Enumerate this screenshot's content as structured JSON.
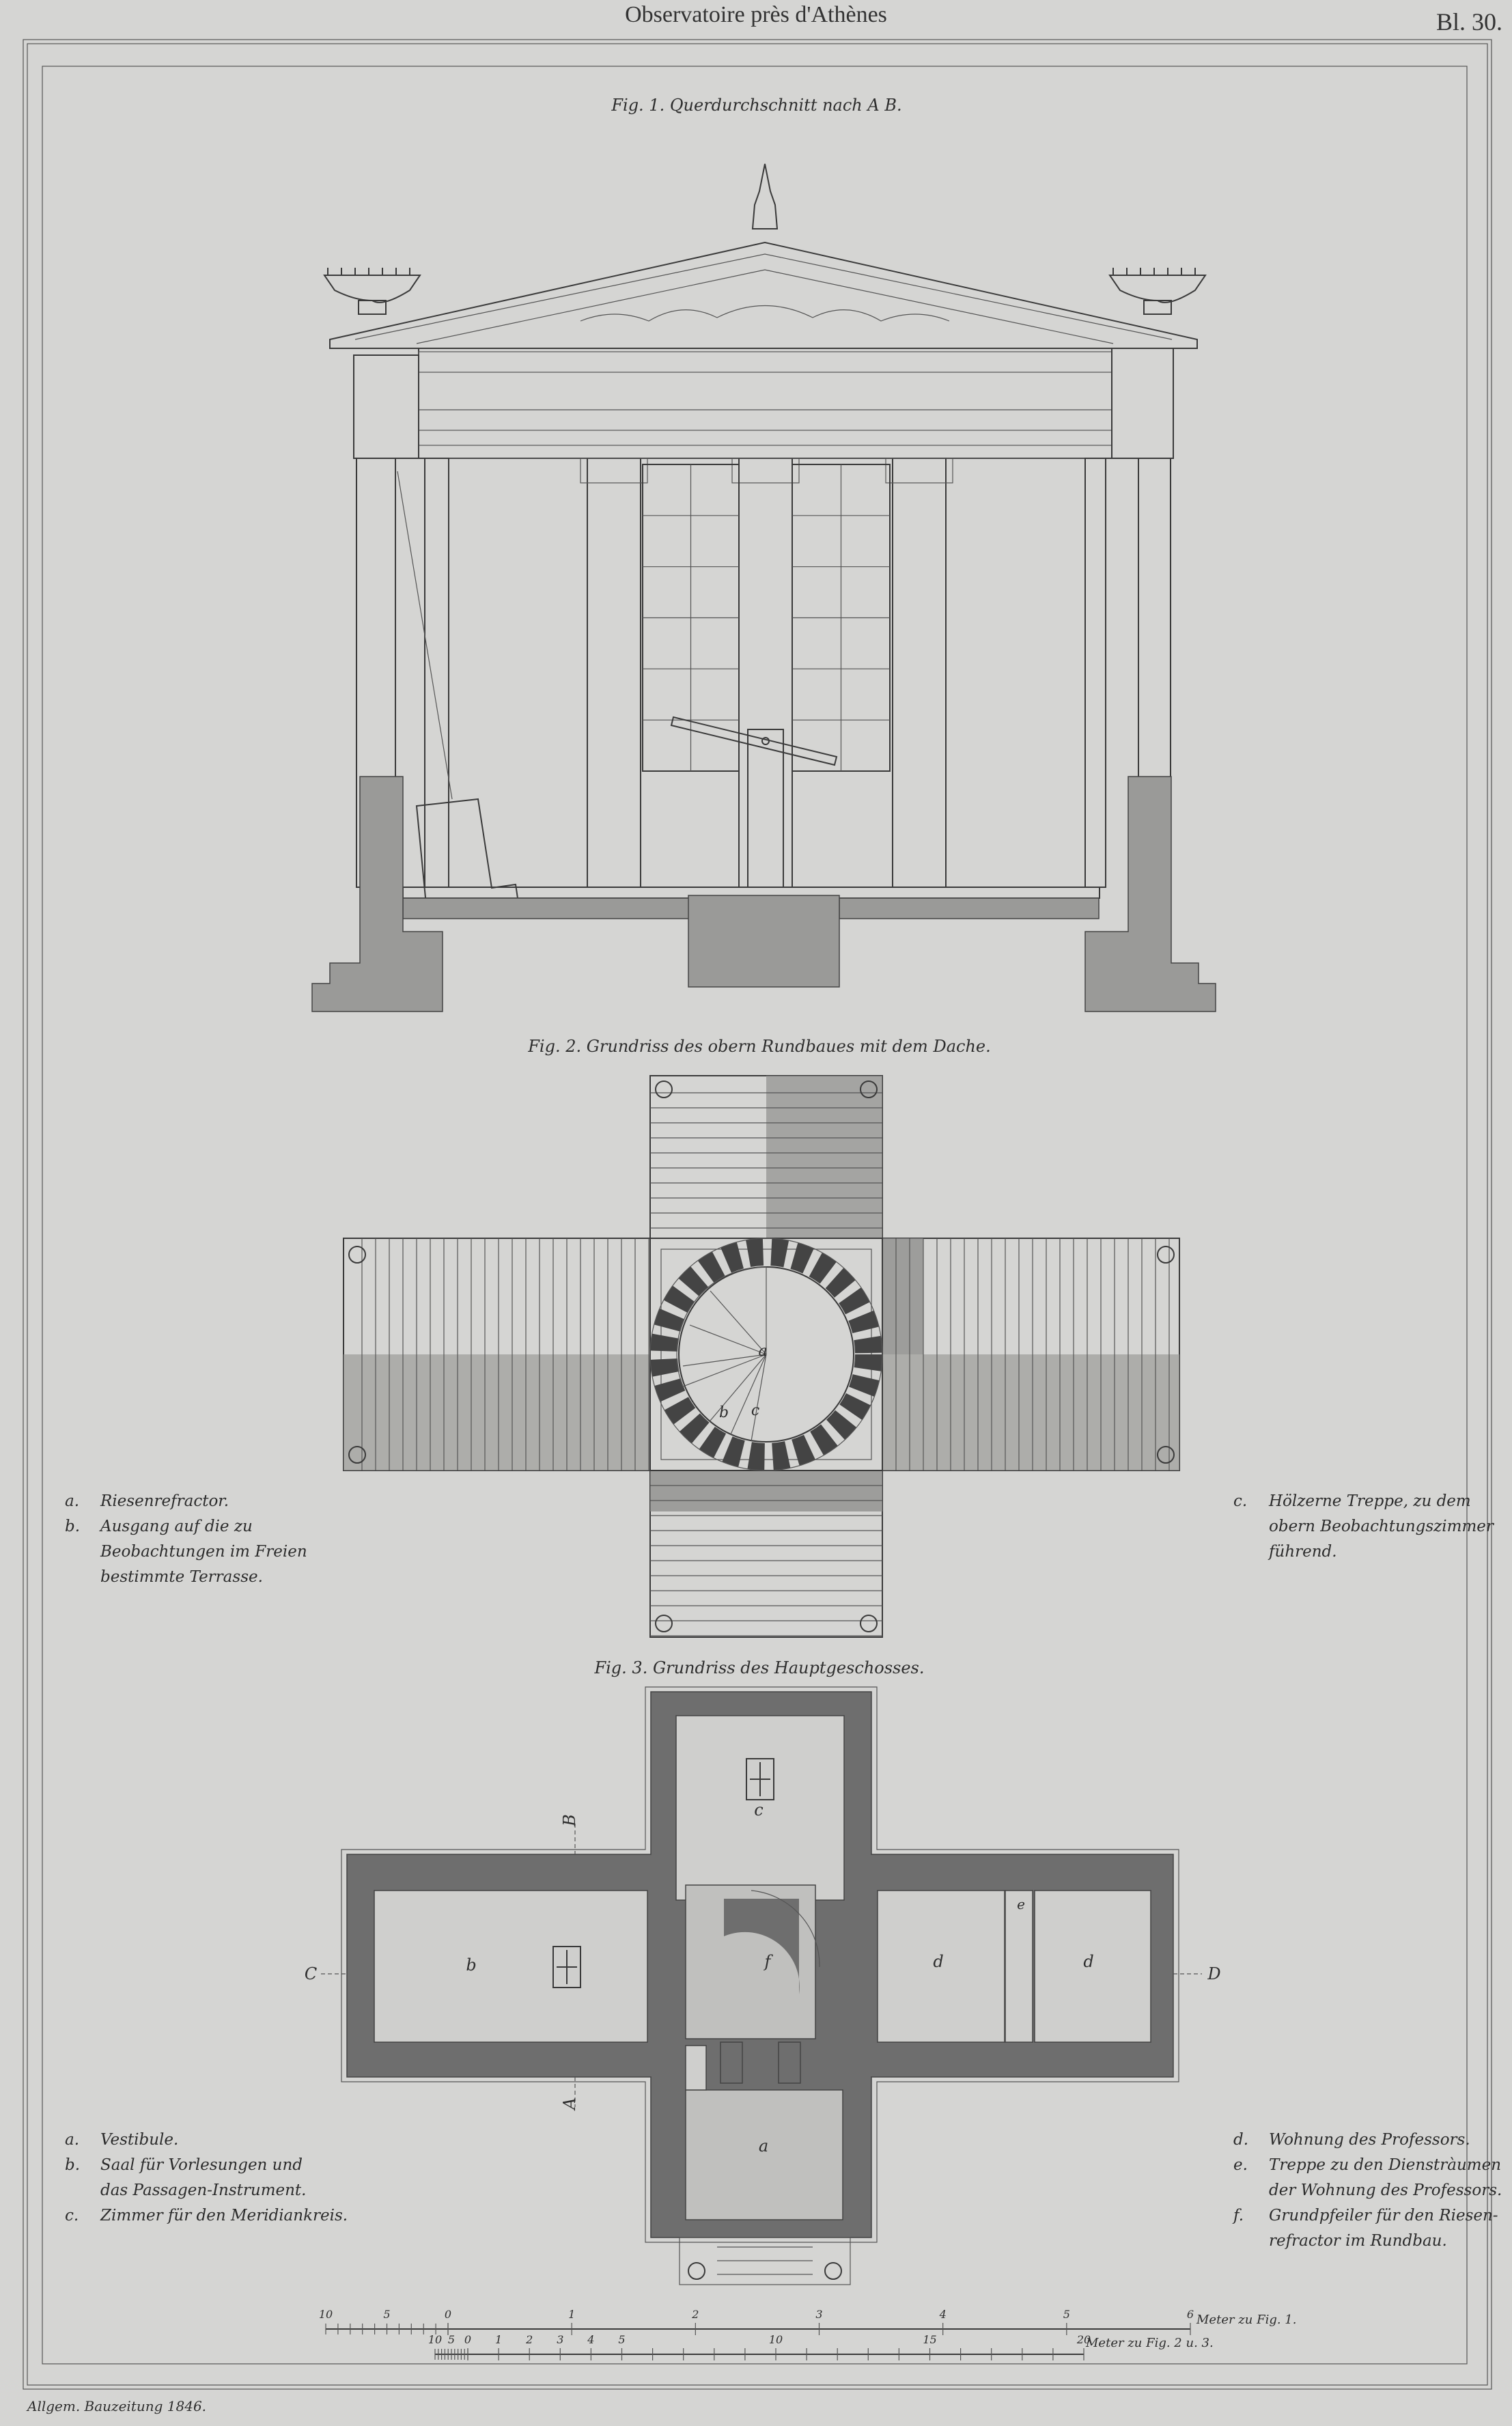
{
  "header": {
    "title": "Observatoire près d'Athènes",
    "plate": "Bl. 30."
  },
  "fig1": {
    "caption": "Fig. 1. Querdurchschnitt nach A B."
  },
  "fig2": {
    "caption": "Fig. 2. Grundriss des obern Rundbaues mit dem Dache.",
    "labels": {
      "a": "a",
      "b": "b",
      "c": "c"
    },
    "legend_left": [
      {
        "key": "a.",
        "lines": [
          "Riesenrefractor."
        ]
      },
      {
        "key": "b.",
        "lines": [
          "Ausgang auf die zu",
          "Beobachtungen im Freien",
          "bestimmte Terrasse."
        ]
      }
    ],
    "legend_right": [
      {
        "key": "c.",
        "lines": [
          "Hölzerne Treppe, zu dem",
          "obern Beobachtungszimmer",
          "führend."
        ]
      }
    ]
  },
  "fig3": {
    "caption": "Fig. 3. Grundriss des Hauptgeschosses.",
    "labels": {
      "a": "a",
      "b": "b",
      "c": "c",
      "d1": "d",
      "d2": "d",
      "e": "e",
      "f": "f",
      "A": "A",
      "B": "B",
      "C": "C",
      "D": "D"
    },
    "legend_left": [
      {
        "key": "a.",
        "lines": [
          "Vestibule."
        ]
      },
      {
        "key": "b.",
        "lines": [
          "Saal für Vorlesungen und",
          "das Passagen-Instrument."
        ]
      },
      {
        "key": "c.",
        "lines": [
          "Zimmer für den Meridiankreis."
        ]
      }
    ],
    "legend_right": [
      {
        "key": "d.",
        "lines": [
          "Wohnung des Professors."
        ]
      },
      {
        "key": "e.",
        "lines": [
          "Treppe zu den Dienstràumen",
          "der Wohnung des Professors."
        ]
      },
      {
        "key": "f.",
        "lines": [
          "Grundpfeiler für den Riesen-",
          "refractor im Rundbau."
        ]
      }
    ]
  },
  "scales": {
    "fig1": {
      "label": "Meter zu Fig. 1.",
      "ticks": [
        "10",
        "5",
        "0",
        "1",
        "2",
        "3",
        "4",
        "5",
        "6"
      ],
      "meters": 6
    },
    "fig23": {
      "label": "Meter zu Fig. 2 u. 3.",
      "ticks": [
        "10",
        "5",
        "0",
        "1",
        "2",
        "3",
        "4",
        "5",
        "10",
        "15",
        "20"
      ],
      "meters": 20
    }
  },
  "imprint": "Allgem. Bauzeitung 1846."
}
